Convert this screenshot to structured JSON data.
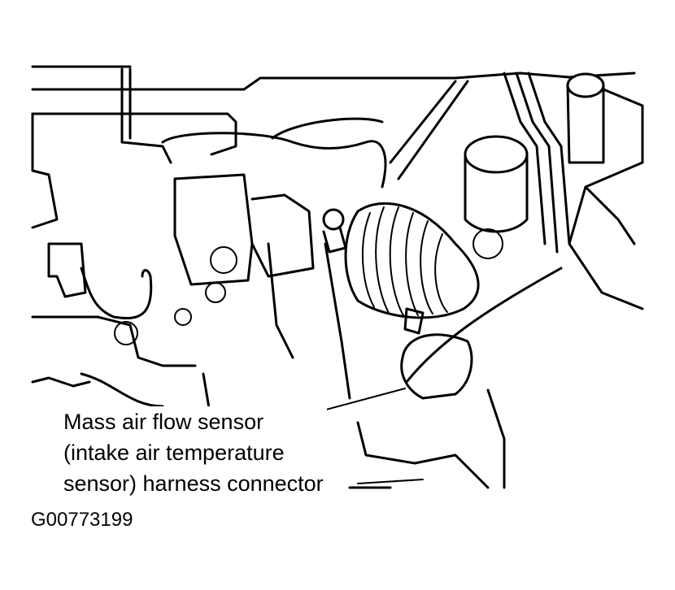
{
  "callout": {
    "line1": "Mass air flow sensor",
    "line2": "(intake air temperature",
    "line3": "sensor) harness connector"
  },
  "figure_id": "G00773199",
  "colors": {
    "ink": "#000000",
    "paper": "#ffffff"
  }
}
